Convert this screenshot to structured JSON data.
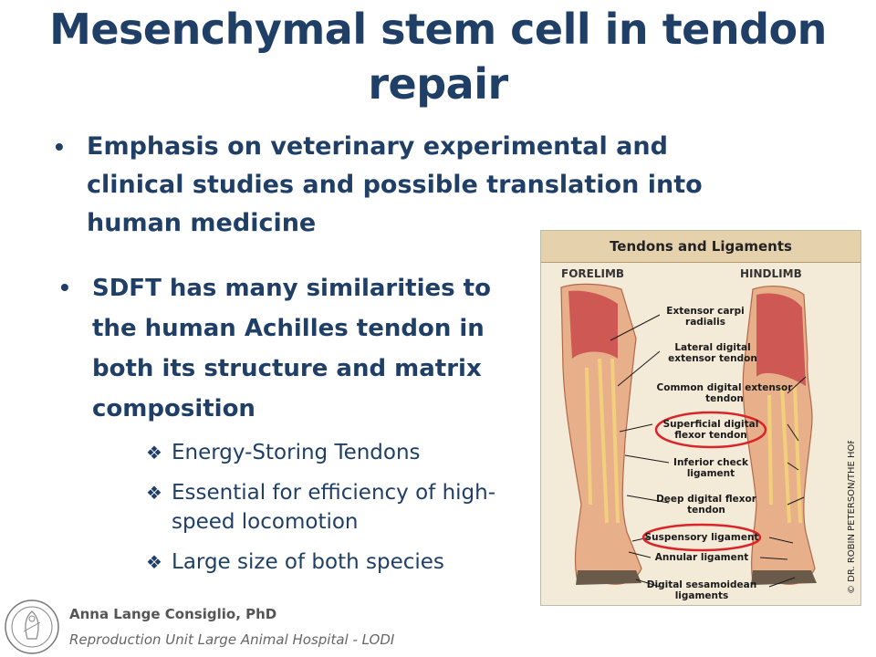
{
  "slide": {
    "title": "Mesenchymal stem cell in tendon repair",
    "bullet1": "Emphasis on veterinary experimental and clinical studies and possible translation into human medicine",
    "bullet2": "SDFT has many similarities to the human Achilles tendon in both its structure and matrix composition",
    "sub_bullets": [
      "Energy-Storing Tendons",
      "Essential for efficiency of high-speed locomotion",
      "Large size of both species"
    ],
    "bullet_glyph": "•",
    "sub_glyph": "❖"
  },
  "footer": {
    "author": "Anna Lange Consiglio, PhD",
    "unit": "Reproduction Unit Large Animal Hospital - LODI"
  },
  "figure": {
    "header": "Tendons and Ligaments",
    "forelimb": "FORELIMB",
    "hindlimb": "HINDLIMB",
    "labels": [
      "Extensor carpi radialis",
      "Lateral digital extensor tendon",
      "Common digital extensor tendon",
      "Superficial digital flexor tendon",
      "Inferior check ligament",
      "Deep digital flexor tendon",
      "Suspensory ligament",
      "Annular ligament",
      "Digital sesamoidean ligaments"
    ],
    "credit": "© DR. ROBIN PETERSON/THE HORSE"
  },
  "colors": {
    "title": "#1f3f66",
    "highlight_ring": "#d9252a"
  }
}
